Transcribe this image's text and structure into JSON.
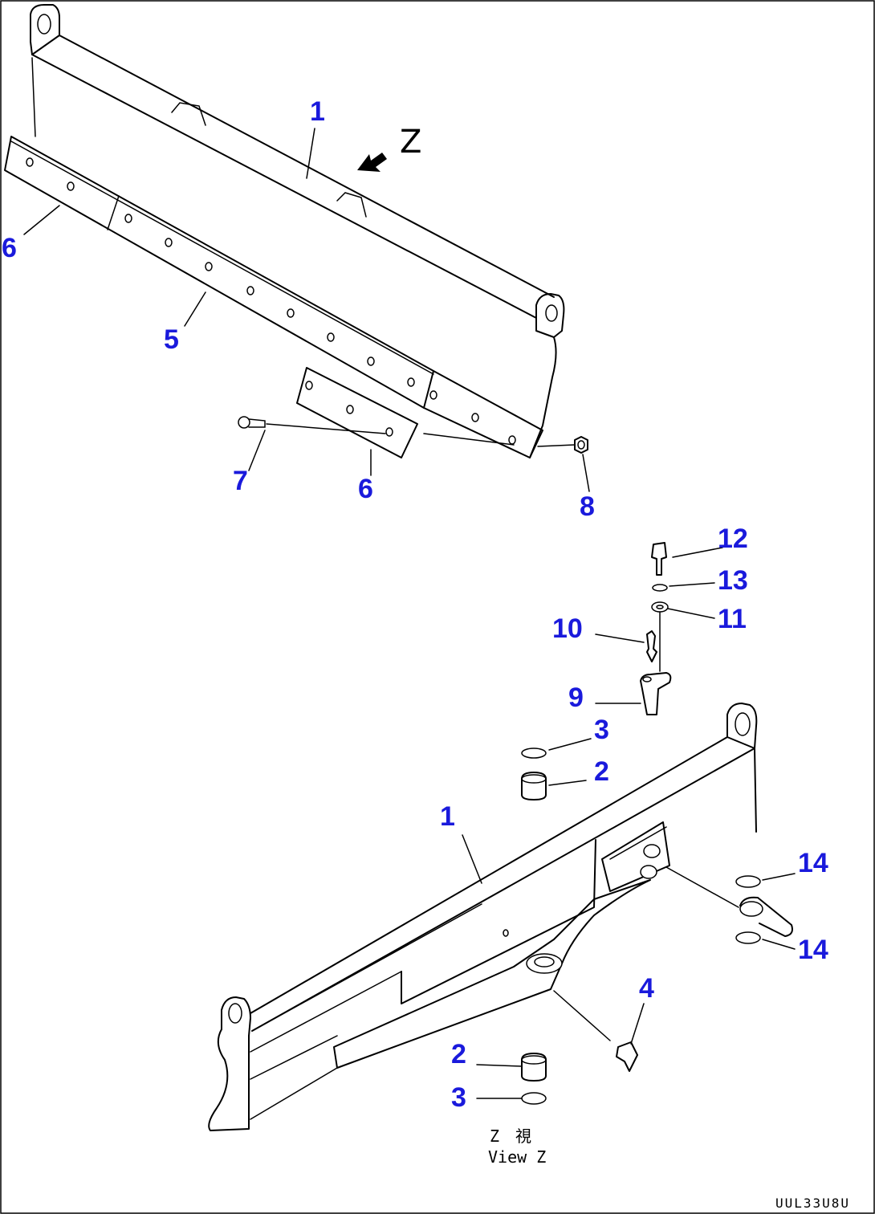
{
  "view": {
    "arrow_label": "Z",
    "view_label_jp": "Z　視",
    "view_label_en": "View Z"
  },
  "drawing_code": "UUL33U8U",
  "callouts": [
    {
      "id": "c1-top",
      "text": "1"
    },
    {
      "id": "c6-left",
      "text": "6"
    },
    {
      "id": "c5",
      "text": "5"
    },
    {
      "id": "c7",
      "text": "7"
    },
    {
      "id": "c6-mid",
      "text": "6"
    },
    {
      "id": "c8",
      "text": "8"
    },
    {
      "id": "c12",
      "text": "12"
    },
    {
      "id": "c13",
      "text": "13"
    },
    {
      "id": "c11",
      "text": "11"
    },
    {
      "id": "c10",
      "text": "10"
    },
    {
      "id": "c9",
      "text": "9"
    },
    {
      "id": "c3-top",
      "text": "3"
    },
    {
      "id": "c2-top",
      "text": "2"
    },
    {
      "id": "c1-bottom",
      "text": "1"
    },
    {
      "id": "c14-top",
      "text": "14"
    },
    {
      "id": "c14-bottom",
      "text": "14"
    },
    {
      "id": "c4",
      "text": "4"
    },
    {
      "id": "c2-bottom",
      "text": "2"
    },
    {
      "id": "c3-bottom",
      "text": "3"
    }
  ]
}
